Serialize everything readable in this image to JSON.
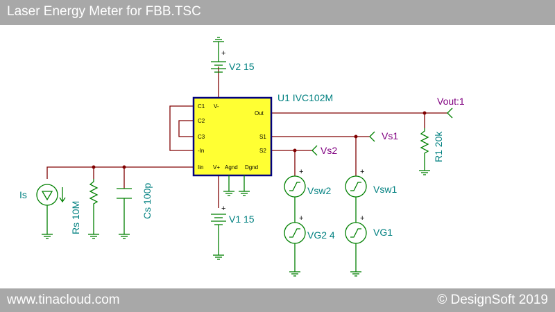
{
  "header": {
    "title": "Laser Energy Meter for FBB.TSC"
  },
  "footer": {
    "left": "www.tinacloud.com",
    "right": "© DesignSoft 2019"
  },
  "colors": {
    "chrome": "#a8a8a8",
    "wire": "#800000",
    "component": "#008000",
    "ic_fill": "#ffff33",
    "label": "#008080",
    "net_label": "#800080"
  },
  "components": {
    "u1": {
      "label": "U1 IVC102M",
      "pins": {
        "c1": "C1",
        "vminus": "V-",
        "c2": "C2",
        "c3": "C3",
        "in_neg": "-In",
        "iin": "Iin",
        "vplus": "V+",
        "agnd": "Agnd",
        "dgnd": "Dgnd",
        "out": "Out",
        "s1": "S1",
        "s2": "S2"
      }
    },
    "v2": {
      "label": "V2 15",
      "polarity": "+"
    },
    "v1": {
      "label": "V1 15",
      "polarity": "+"
    },
    "is": {
      "label": "Is"
    },
    "rs": {
      "label": "Rs 10M"
    },
    "cs": {
      "label": "Cs 100p"
    },
    "r1": {
      "label": "R1 20k"
    },
    "vsw2": {
      "label": "Vsw2",
      "polarity": "+"
    },
    "vg2": {
      "label": "VG2 4",
      "polarity": "+"
    },
    "vsw1": {
      "label": "Vsw1",
      "polarity": "+"
    },
    "vg1": {
      "label": "VG1",
      "polarity": "+"
    }
  },
  "nets": {
    "vout": "Vout:1",
    "vs1": "Vs1",
    "vs2": "Vs2"
  },
  "icons": [
    "ground-icon",
    "battery-icon",
    "current-source-icon",
    "resistor-icon",
    "capacitor-icon",
    "pulse-source-icon"
  ]
}
